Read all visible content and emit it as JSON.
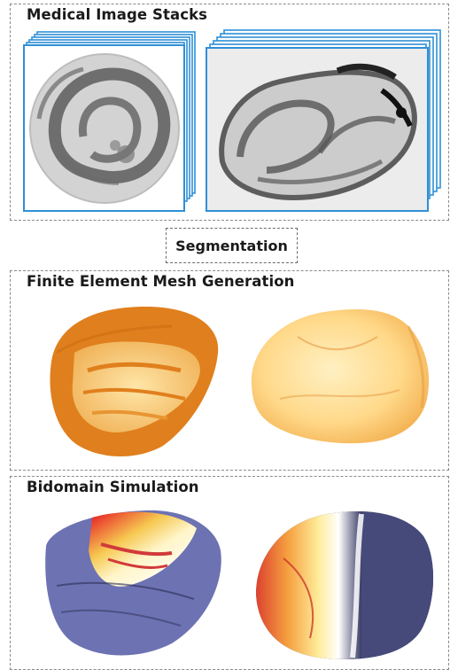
{
  "panels": {
    "stacks": {
      "title": "Medical Image Stacks"
    },
    "segmentation": {
      "label": "Segmentation"
    },
    "mesh": {
      "title": "Finite Element Mesh Generation"
    },
    "simulation": {
      "title": "Bidomain Simulation"
    }
  },
  "colors": {
    "frame_blue": "#2f8fd6",
    "tissue_dark": "#5a5a5a",
    "mesh_orange": "#e2801c",
    "mesh_light": "#ffd27a",
    "sim_blue": "#6e72b4",
    "sim_dark": "#2c2e4e",
    "sim_yellow": "#fff06a",
    "sim_red": "#d92a2a"
  }
}
